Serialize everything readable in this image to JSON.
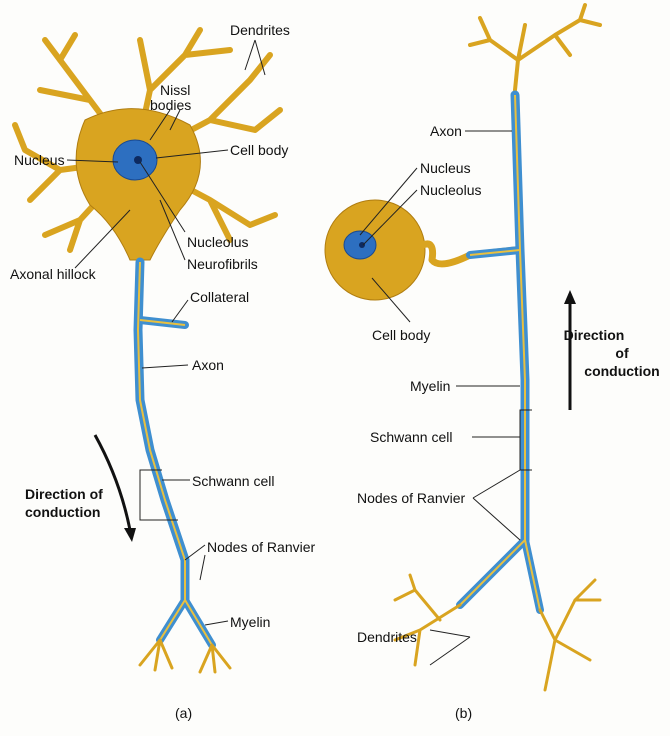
{
  "figure_a": {
    "caption": "(a)",
    "labels": {
      "dendrites": "Dendrites",
      "nissl_line1": "Nissl",
      "nissl_line2": "bodies",
      "nucleus": "Nucleus",
      "cell_body": "Cell body",
      "nucleolus": "Nucleolus",
      "neurofibrils": "Neurofibrils",
      "axonal_hillock": "Axonal hillock",
      "collateral": "Collateral",
      "axon": "Axon",
      "direction_line1": "Direction of",
      "direction_line2": "conduction",
      "schwann_cell": "Schwann cell",
      "nodes_of_ranvier": "Nodes of Ranvier",
      "myelin": "Myelin"
    }
  },
  "figure_b": {
    "caption": "(b)",
    "labels": {
      "axon": "Axon",
      "nucleus": "Nucleus",
      "nucleolus": "Nucleolus",
      "cell_body": "Cell body",
      "direction_line1": "Direction",
      "direction_line2": "of",
      "direction_line3": "conduction",
      "myelin": "Myelin",
      "schwann_cell": "Schwann cell",
      "nodes_of_ranvier": "Nodes of Ranvier",
      "dendrites": "Dendrites"
    }
  },
  "colors": {
    "cytoplasm": "#d9a420",
    "myelin": "#3f8fd0",
    "nucleus": "#2d6fc0"
  }
}
